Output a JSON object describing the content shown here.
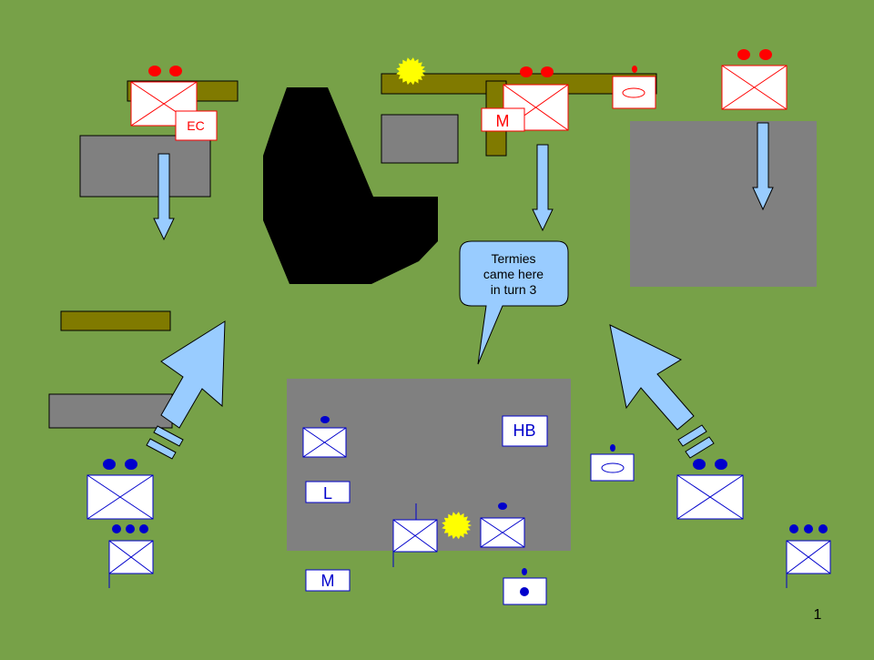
{
  "colors": {
    "background": "#77a148",
    "building": "#808080",
    "hedge": "#807a00",
    "woods": "#000000",
    "enemy": "#ff0000",
    "friendly": "#0000cc",
    "arrow": "#99ccff",
    "burst": "#ffff00"
  },
  "labels": {
    "enemy_ec": "EC",
    "enemy_m": "M",
    "friendly_hb": "HB",
    "friendly_l": "L",
    "friendly_m": "M"
  },
  "callout": {
    "line1": "Termies",
    "line2": "came here",
    "line3": "in turn 3"
  },
  "slide_number": "1"
}
